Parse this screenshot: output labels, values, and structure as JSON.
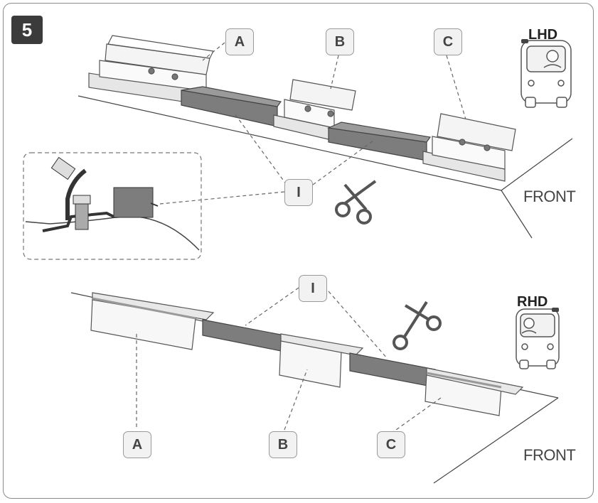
{
  "step": {
    "number": "5"
  },
  "top_panel": {
    "callouts": {
      "a": "A",
      "b": "B",
      "c": "C",
      "i": "I"
    },
    "drive_label": "LHD",
    "front_label": "FRONT"
  },
  "bottom_panel": {
    "callouts": {
      "a": "A",
      "b": "B",
      "c": "C",
      "i": "I"
    },
    "drive_label": "RHD",
    "front_label": "FRONT"
  },
  "icons": [
    "scissors-icon",
    "vehicle-rear-lhd-icon",
    "vehicle-rear-rhd-icon"
  ],
  "colors": {
    "badge": "#3b3b3b",
    "gasket": "#7d7d7d",
    "callout_bg": "#f2f2f2",
    "line": "#555555"
  }
}
